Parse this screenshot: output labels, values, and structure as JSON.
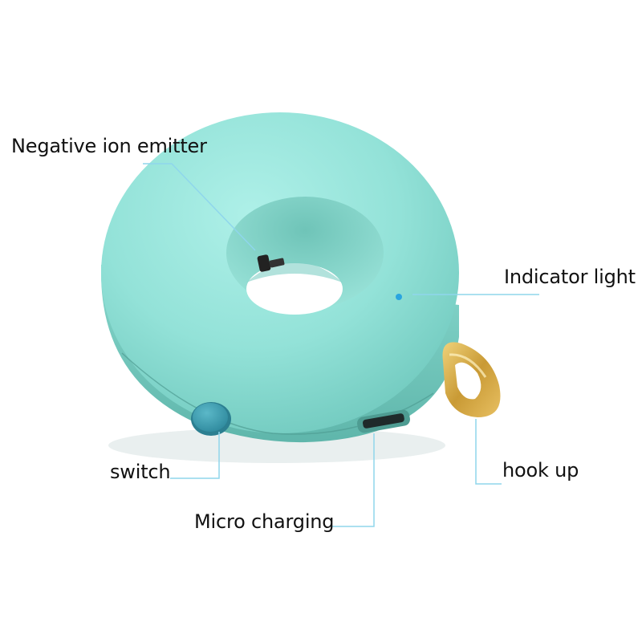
{
  "colors": {
    "body": "#8fe0d6",
    "switch": "#3aa0b3",
    "hook": "#d8b14a",
    "leader_line": "#8fd6ec",
    "indicator_dot": "#2aa5e0"
  },
  "labels": {
    "emitter": "Negative ion emitter",
    "indicator": "Indicator light",
    "switch": "switch",
    "hook": "hook up",
    "micro": "Micro charging"
  }
}
